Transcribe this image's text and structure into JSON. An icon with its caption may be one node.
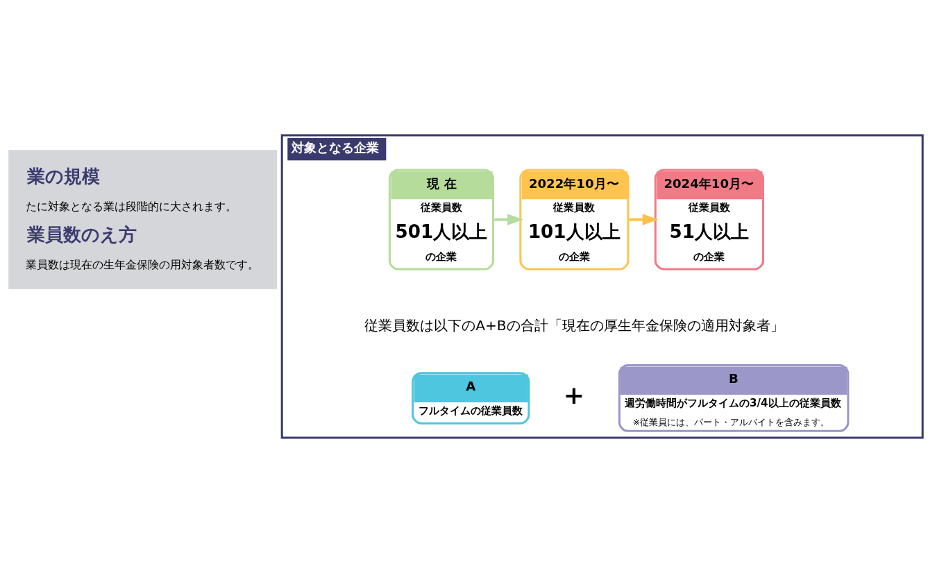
{
  "diagram": {
    "nodes": [
      {
        "text": [
          "業の規模",
          "たに対象となる業は段階的に大されます。",
          "業員数のえ方",
          "業員数は現在の生年金保険の用対象者数です。"
        ]
      },
      {
        "text": [
          "対象となる企業"
        ]
      },
      {
        "text": [
          "現 在",
          "従業員数",
          "501人以上",
          "の企業"
        ],
        "in": 1
      },
      {
        "text": [
          "2022年10月〜",
          "従業員数",
          "101人以上",
          "の企業"
        ],
        "in": 1
      },
      {
        "text": [
          "2024年10月〜",
          "従業員数",
          "51人以上",
          "の企業"
        ],
        "in": 1
      },
      {
        "text": [
          "A",
          "フルタイムの従業員数"
        ],
        "in": 1
      },
      {
        "text": [
          "B",
          "週労働時間がフルタイムの3/4以上の従業員数",
          "※従業員には、パート・アルバイトを含みます。"
        ],
        "in": 1
      }
    ],
    "edges": [
      {
        "from": 2,
        "to": 3,
        "arrow": "to",
        "color": "#b5dca0"
      },
      {
        "from": 3,
        "to": 4,
        "arrow": "to",
        "color": "#fbc04d"
      }
    ],
    "labels": [
      "従業員数は以下のA+Bの合計「現在の厚生年金保険の適用対象者」",
      "+"
    ]
  }
}
